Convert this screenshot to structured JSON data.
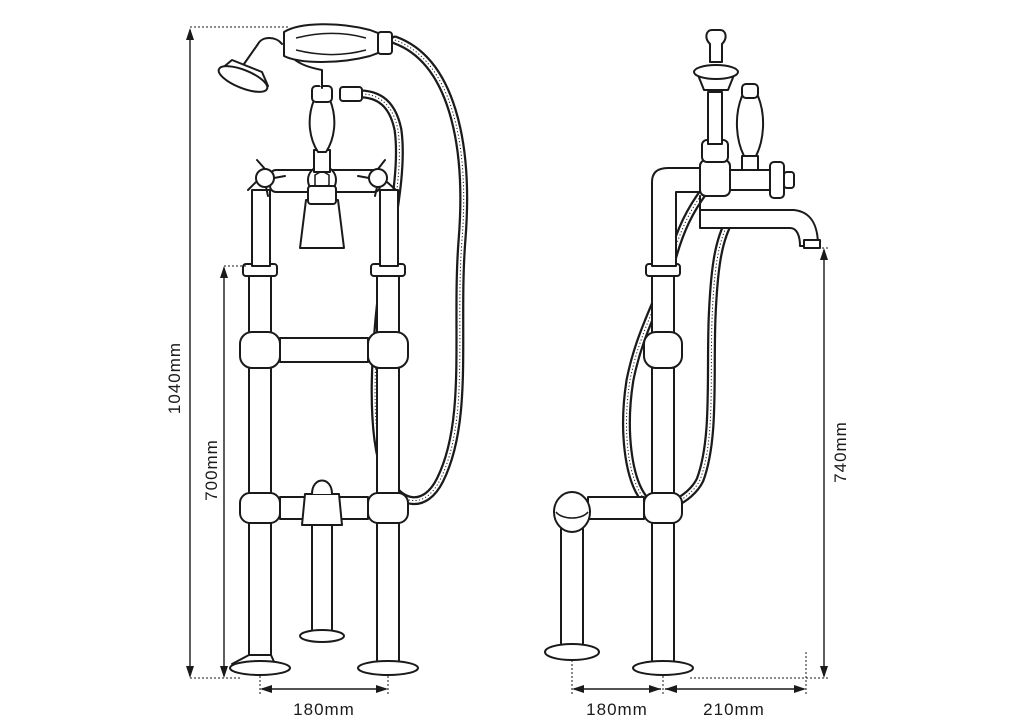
{
  "dimensions": {
    "front_total_height": "1040mm",
    "front_leg_height": "700mm",
    "front_leg_spacing": "180mm",
    "side_leg_spacing": "180mm",
    "side_spout_reach": "210mm",
    "side_spout_height": "740mm"
  },
  "views": [
    "front-view",
    "side-view"
  ],
  "colors": {
    "line": "#1a1a1a",
    "background": "#ffffff"
  }
}
